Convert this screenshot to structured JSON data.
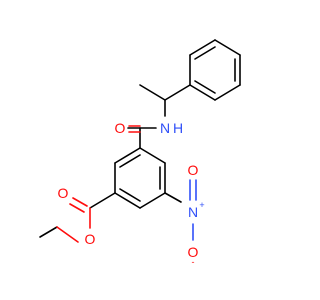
{
  "molecule": {
    "colors": {
      "carbon": "#000000",
      "oxygen": "#ff0d0d",
      "nitrogen": "#3050f8",
      "background": "#ffffff"
    },
    "labels": {
      "amide_oxygen": "O",
      "amide_nitrogen": "N",
      "amide_hydrogen": "H",
      "nitro_nitrogen": "N",
      "nitro_n_charge": "+",
      "nitro_oxygen_double": "O",
      "nitro_oxygen_single": "O",
      "nitro_o_charge": "-",
      "ester_carbonyl_oxygen": "O",
      "ester_ether_oxygen": "O"
    }
  }
}
